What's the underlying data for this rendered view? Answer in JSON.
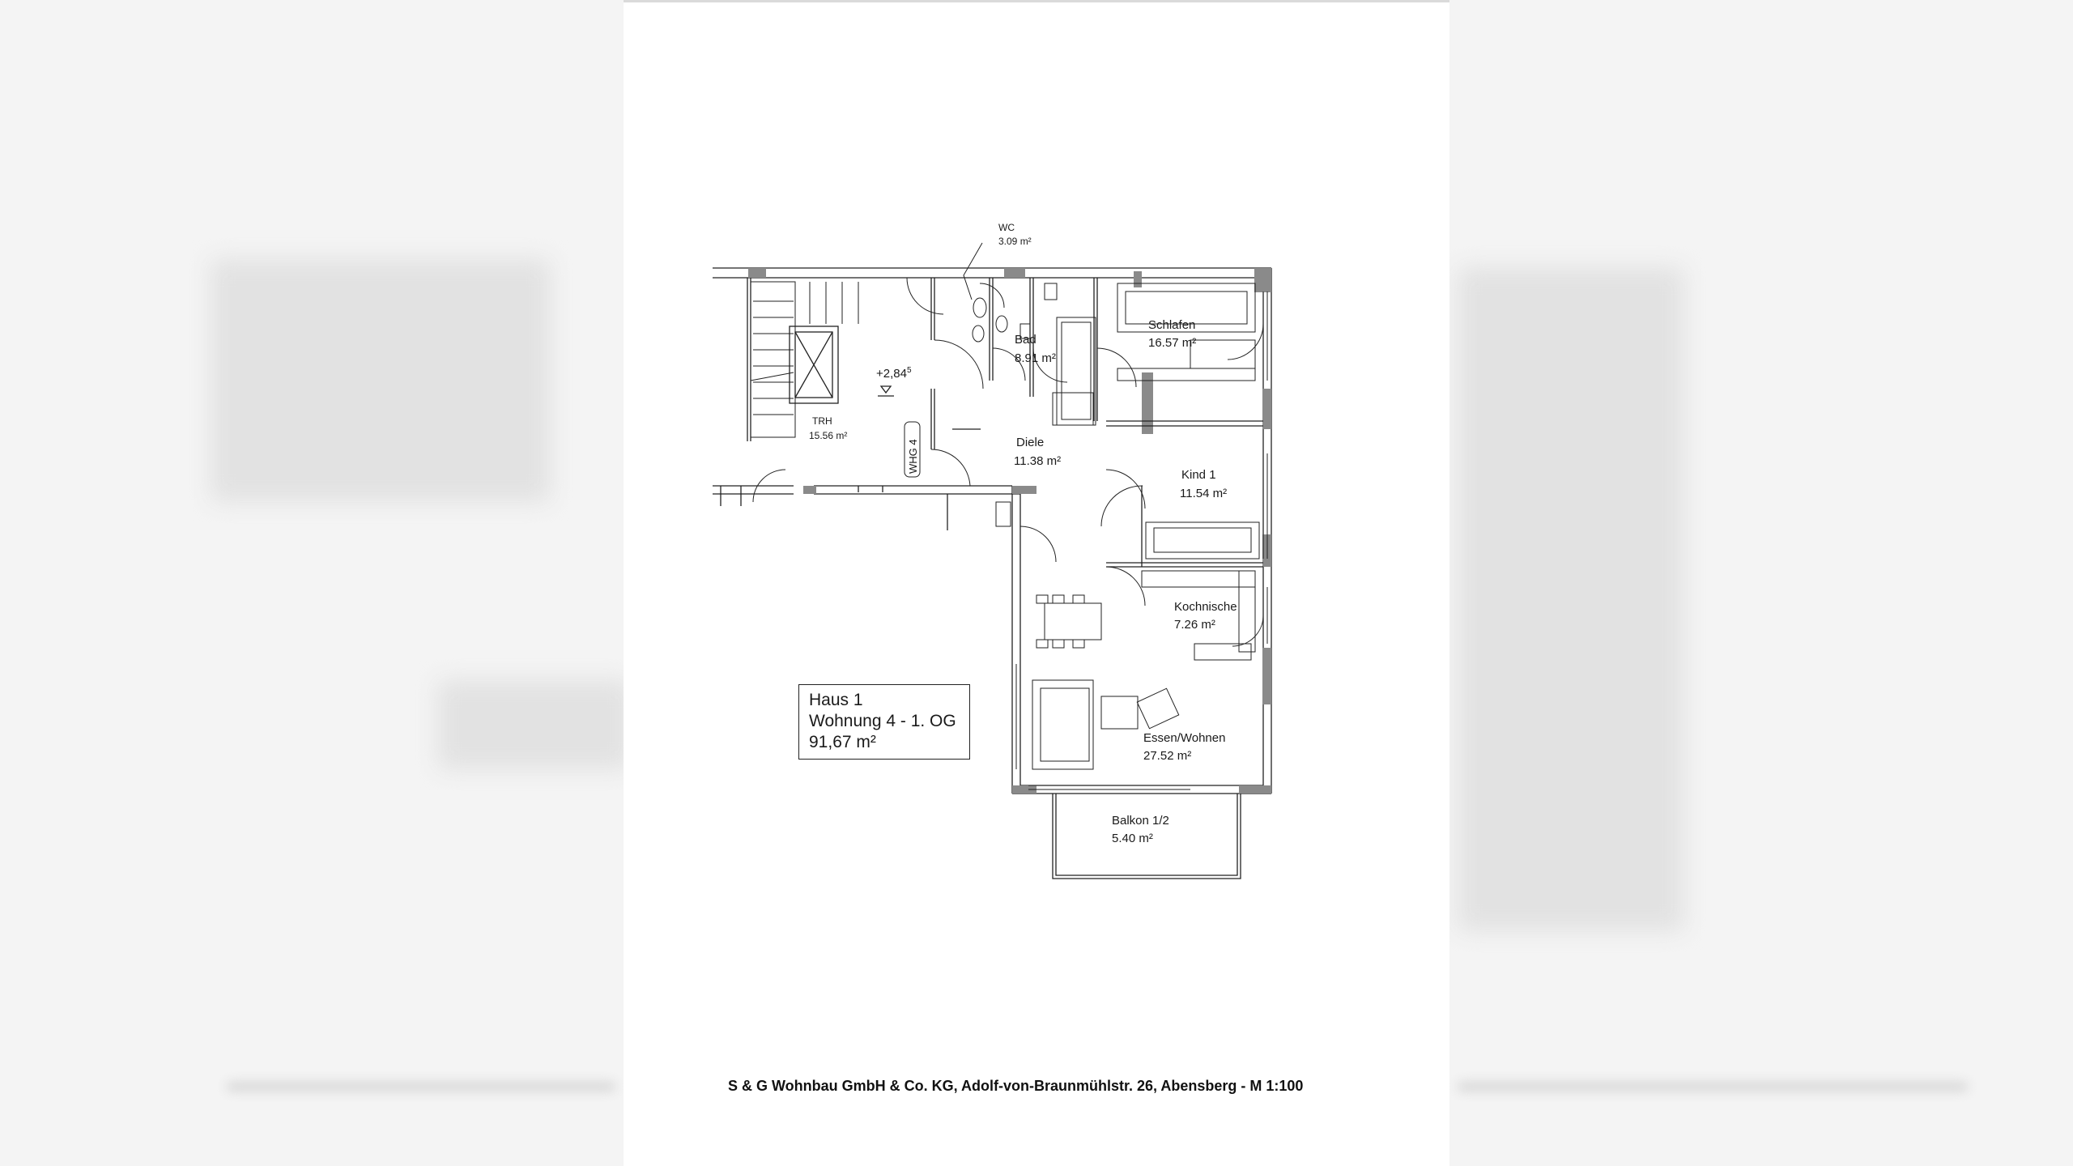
{
  "info_box": {
    "line1": "Haus 1",
    "line2": "Wohnung 4 - 1. OG",
    "line3": "91,67 m²"
  },
  "rooms": {
    "wc": {
      "name": "WC",
      "area": "3.09 m²"
    },
    "bad": {
      "name": "Bad",
      "area": "8.91 m²"
    },
    "schlafen": {
      "name": "Schlafen",
      "area": "16.57 m²"
    },
    "trh": {
      "name": "TRH",
      "area": "15.56 m²"
    },
    "diele": {
      "name": "Diele",
      "area": "11.38 m²"
    },
    "kind1": {
      "name": "Kind 1",
      "area": "11.54 m²"
    },
    "kochnische": {
      "name": "Kochnische",
      "area": "7.26 m²"
    },
    "essen": {
      "name": "Essen/Wohnen",
      "area": "27.52 m²"
    },
    "balkon": {
      "name": "Balkon 1/2",
      "area": "5.40 m²"
    }
  },
  "level_marker": "+2,84",
  "level_marker_sup": "5",
  "apartment_tag": "WHG 4",
  "footer": "S & G Wohnbau GmbH & Co. KG,  Adolf-von-Braunmühlstr. 26, Abensberg -  M 1:100"
}
